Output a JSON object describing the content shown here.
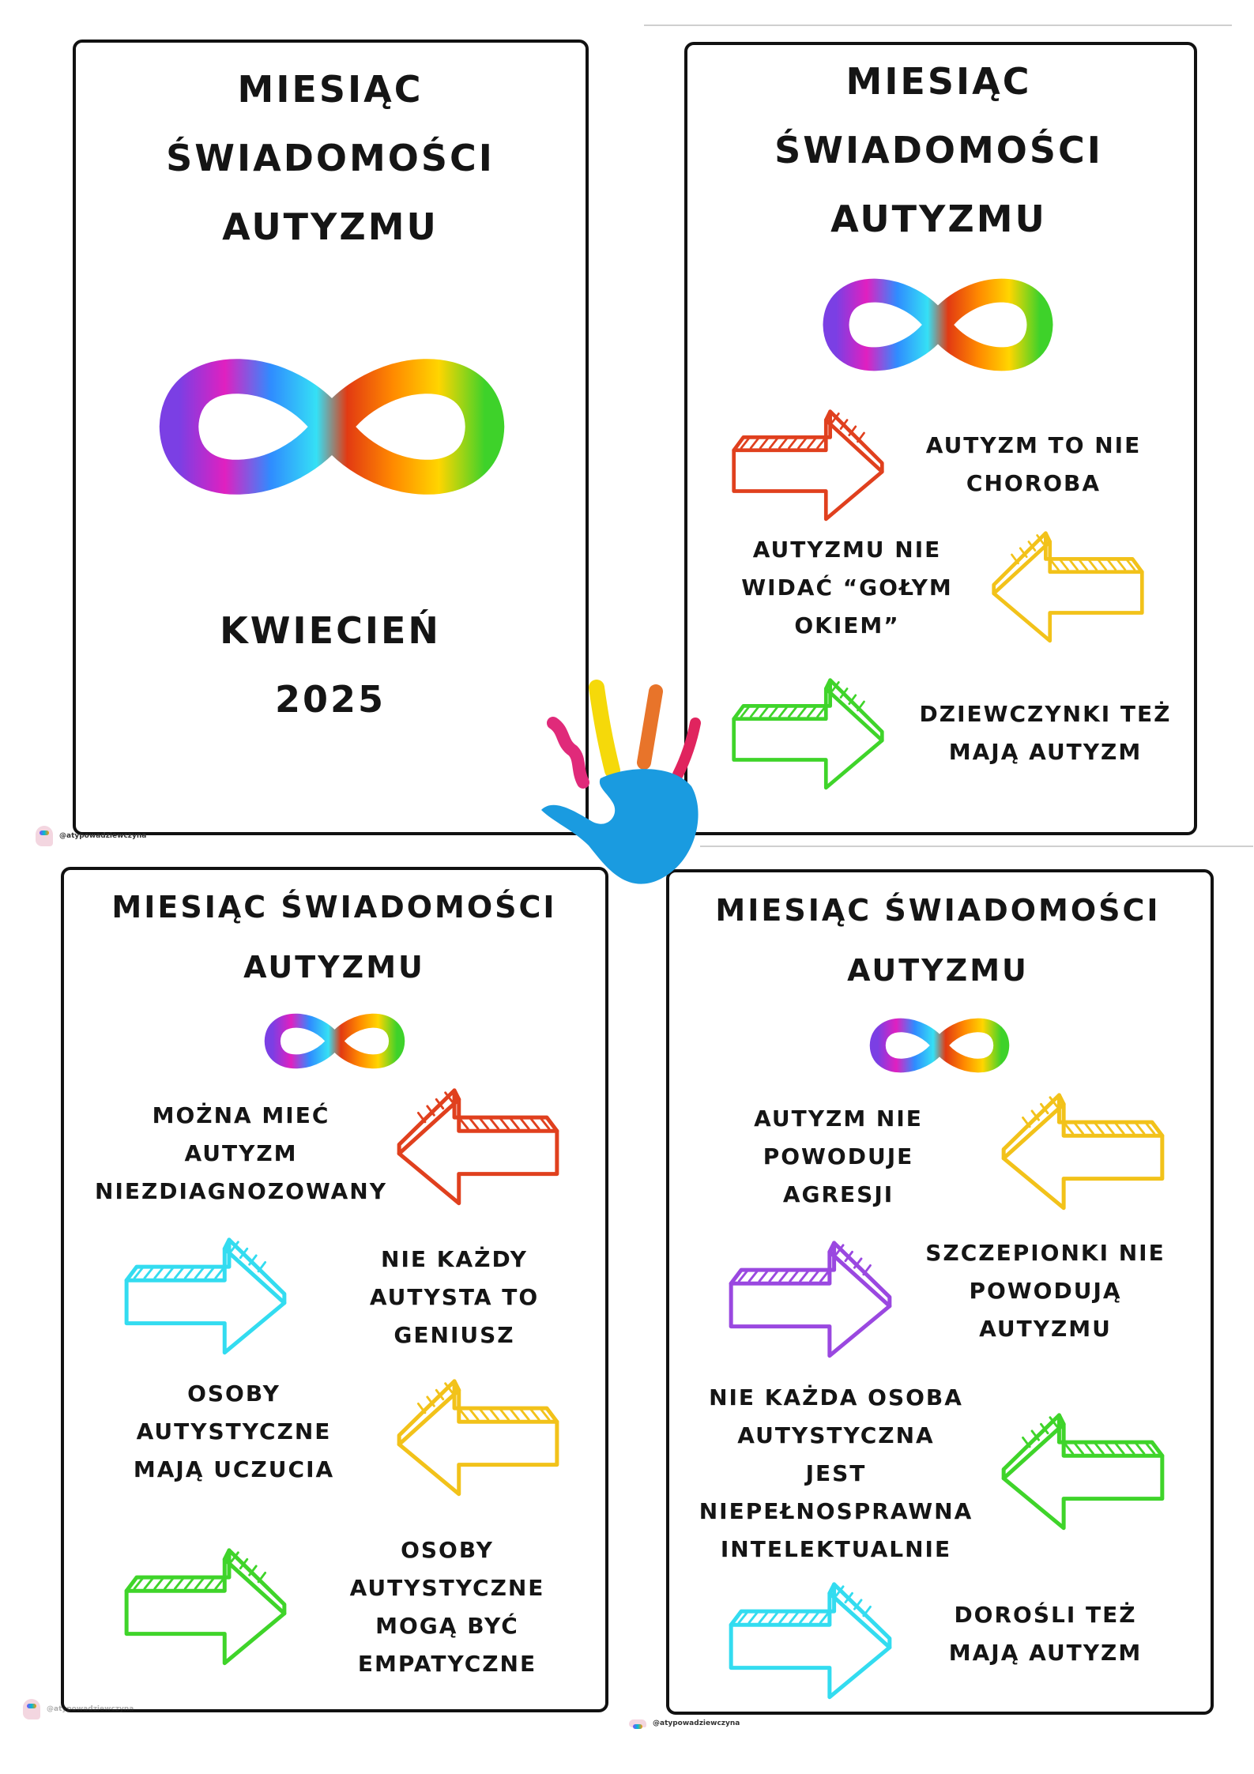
{
  "panels": [
    {
      "title": [
        "MIESIĄC",
        "ŚWIADOMOŚCI",
        "AUTYZMU"
      ],
      "subtitle": [
        "KWIECIEŃ",
        "2025"
      ],
      "items": []
    },
    {
      "title": [
        "MIESIĄC",
        "ŚWIADOMOŚCI",
        "AUTYZMU"
      ],
      "items": [
        {
          "lines": [
            "AUTYZM TO NIE",
            "CHOROBA"
          ],
          "arrow": "right",
          "color": "#e0401e"
        },
        {
          "lines": [
            "AUTYZMU NIE",
            "WIDAĆ “GOŁYM",
            "OKIEM”"
          ],
          "arrow": "left",
          "color": "#f2c21a"
        },
        {
          "lines": [
            "DZIEWCZYNKI TEŻ",
            "MAJĄ AUTYZM"
          ],
          "arrow": "right",
          "color": "#3fd42a"
        }
      ]
    },
    {
      "title": [
        "MIESIĄC ŚWIADOMOŚCI",
        "AUTYZMU"
      ],
      "items": [
        {
          "lines": [
            "MOŻNA MIEĆ",
            "AUTYZM",
            "NIEZDIAGNOZOWANY"
          ],
          "arrow": "left",
          "color": "#e0401e"
        },
        {
          "lines": [
            "NIE KAŻDY",
            "AUTYSTA TO",
            "GENIUSZ"
          ],
          "arrow": "right",
          "color": "#33dcf0"
        },
        {
          "lines": [
            "OSOBY",
            "AUTYSTYCZNE",
            "MAJĄ UCZUCIA"
          ],
          "arrow": "left",
          "color": "#f2c21a"
        },
        {
          "lines": [
            "OSOBY",
            "AUTYSTYCZNE",
            "MOGĄ BYĆ",
            "EMPATYCZNE"
          ],
          "arrow": "right",
          "color": "#3fd42a"
        }
      ]
    },
    {
      "title": [
        "MIESIĄC ŚWIADOMOŚCI",
        "AUTYZMU"
      ],
      "items": [
        {
          "lines": [
            "AUTYZM NIE",
            "POWODUJE",
            "AGRESJI"
          ],
          "arrow": "left",
          "color": "#f2c21a"
        },
        {
          "lines": [
            "SZCZEPIONKI NIE",
            "POWODUJĄ",
            "AUTYZMU"
          ],
          "arrow": "right",
          "color": "#9a48e0"
        },
        {
          "lines": [
            "NIE KAŻDA OSOBA",
            "AUTYSTYCZNA",
            "JEST",
            "NIEPEŁNOSPRAWNA",
            "INTELEKTUALNIE"
          ],
          "arrow": "left",
          "color": "#3fd42a"
        },
        {
          "lines": [
            "DOROŚLI TEŻ",
            "MAJĄ AUTYZM"
          ],
          "arrow": "right",
          "color": "#33dcf0"
        }
      ]
    }
  ],
  "watermark": "@atypowadziewczyna",
  "hand_colors": {
    "palm": "#1a9be0",
    "finger1": "#e02a7a",
    "finger2": "#f5d90a",
    "finger3": "#e8742a",
    "finger4": "#e0245e"
  }
}
